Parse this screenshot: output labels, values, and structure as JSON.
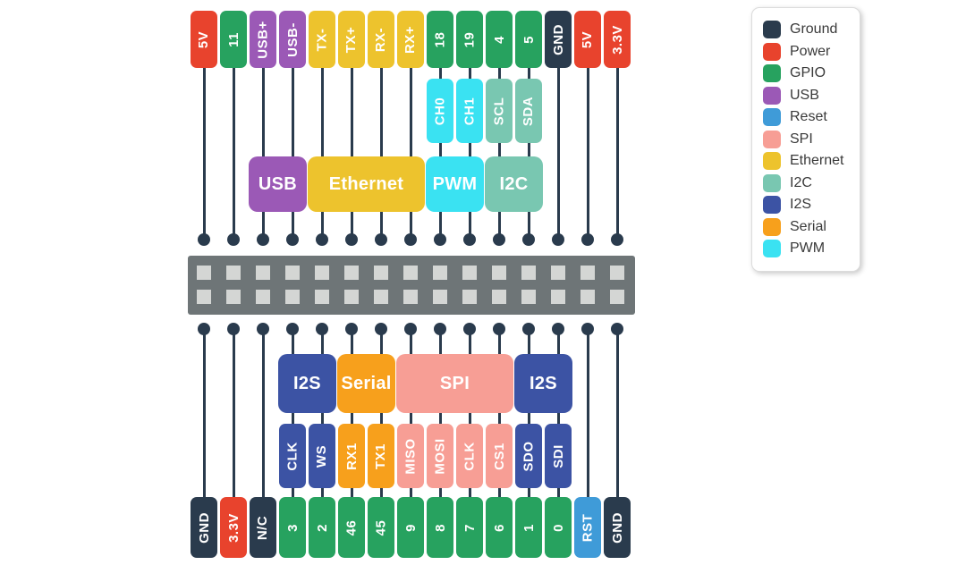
{
  "colors": {
    "ground": "#2a3b4d",
    "power": "#e8432d",
    "gpio": "#27a25f",
    "usb": "#9b59b6",
    "reset": "#3f9bd8",
    "spi": "#f79e95",
    "ethernet": "#edc32d",
    "i2c": "#79c7b1",
    "i2s": "#3c53a4",
    "serial": "#f7a01c",
    "pwm": "#3ae2f2"
  },
  "legend": {
    "items": [
      {
        "label": "Ground",
        "type": "ground"
      },
      {
        "label": "Power",
        "type": "power"
      },
      {
        "label": "GPIO",
        "type": "gpio"
      },
      {
        "label": "USB",
        "type": "usb"
      },
      {
        "label": "Reset",
        "type": "reset"
      },
      {
        "label": "SPI",
        "type": "spi"
      },
      {
        "label": "Ethernet",
        "type": "ethernet"
      },
      {
        "label": "I2C",
        "type": "i2c"
      },
      {
        "label": "I2S",
        "type": "i2s"
      },
      {
        "label": "Serial",
        "type": "serial"
      },
      {
        "label": "PWM",
        "type": "pwm"
      }
    ]
  },
  "top": {
    "pins": [
      {
        "label": "5V",
        "type": "power"
      },
      {
        "label": "11",
        "type": "gpio"
      },
      {
        "label": "USB+",
        "type": "usb"
      },
      {
        "label": "USB-",
        "type": "usb"
      },
      {
        "label": "TX-",
        "type": "ethernet"
      },
      {
        "label": "TX+",
        "type": "ethernet"
      },
      {
        "label": "RX-",
        "type": "ethernet"
      },
      {
        "label": "RX+",
        "type": "ethernet"
      },
      {
        "label": "18",
        "type": "gpio"
      },
      {
        "label": "19",
        "type": "gpio"
      },
      {
        "label": "4",
        "type": "gpio"
      },
      {
        "label": "5",
        "type": "gpio"
      },
      {
        "label": "GND",
        "type": "ground"
      },
      {
        "label": "5V",
        "type": "power"
      },
      {
        "label": "3.3V",
        "type": "power"
      }
    ],
    "sublabels": [
      {
        "label": "CH0",
        "type": "pwm",
        "col": 9
      },
      {
        "label": "CH1",
        "type": "pwm",
        "col": 10
      },
      {
        "label": "SCL",
        "type": "i2c",
        "col": 11
      },
      {
        "label": "SDA",
        "type": "i2c",
        "col": 12
      }
    ],
    "groups": [
      {
        "label": "USB",
        "type": "usb",
        "from": 3,
        "to": 4
      },
      {
        "label": "Ethernet",
        "type": "ethernet",
        "from": 5,
        "to": 8
      },
      {
        "label": "PWM",
        "type": "pwm",
        "from": 9,
        "to": 10
      },
      {
        "label": "I2C",
        "type": "i2c",
        "from": 11,
        "to": 12
      }
    ]
  },
  "bottom": {
    "pins": [
      {
        "label": "GND",
        "type": "ground"
      },
      {
        "label": "3.3V",
        "type": "power"
      },
      {
        "label": "N/C",
        "type": "ground"
      },
      {
        "label": "3",
        "type": "gpio"
      },
      {
        "label": "2",
        "type": "gpio"
      },
      {
        "label": "46",
        "type": "gpio"
      },
      {
        "label": "45",
        "type": "gpio"
      },
      {
        "label": "9",
        "type": "gpio"
      },
      {
        "label": "8",
        "type": "gpio"
      },
      {
        "label": "7",
        "type": "gpio"
      },
      {
        "label": "6",
        "type": "gpio"
      },
      {
        "label": "1",
        "type": "gpio"
      },
      {
        "label": "0",
        "type": "gpio"
      },
      {
        "label": "RST",
        "type": "reset"
      },
      {
        "label": "GND",
        "type": "ground"
      }
    ],
    "sublabels": [
      {
        "label": "CLK",
        "type": "i2s",
        "col": 4
      },
      {
        "label": "WS",
        "type": "i2s",
        "col": 5
      },
      {
        "label": "RX1",
        "type": "serial",
        "col": 6
      },
      {
        "label": "TX1",
        "type": "serial",
        "col": 7
      },
      {
        "label": "MISO",
        "type": "spi",
        "col": 8
      },
      {
        "label": "MOSI",
        "type": "spi",
        "col": 9
      },
      {
        "label": "CLK",
        "type": "spi",
        "col": 10
      },
      {
        "label": "CS1",
        "type": "spi",
        "col": 11
      },
      {
        "label": "SDO",
        "type": "i2s",
        "col": 12
      },
      {
        "label": "SDI",
        "type": "i2s",
        "col": 13
      }
    ],
    "groups": [
      {
        "label": "I2S",
        "type": "i2s",
        "from": 4,
        "to": 5
      },
      {
        "label": "Serial",
        "type": "serial",
        "from": 6,
        "to": 7
      },
      {
        "label": "SPI",
        "type": "spi",
        "from": 8,
        "to": 11
      },
      {
        "label": "I2S",
        "type": "i2s",
        "from": 12,
        "to": 13
      }
    ]
  },
  "connector": {
    "cols": 15,
    "rows": 2
  }
}
